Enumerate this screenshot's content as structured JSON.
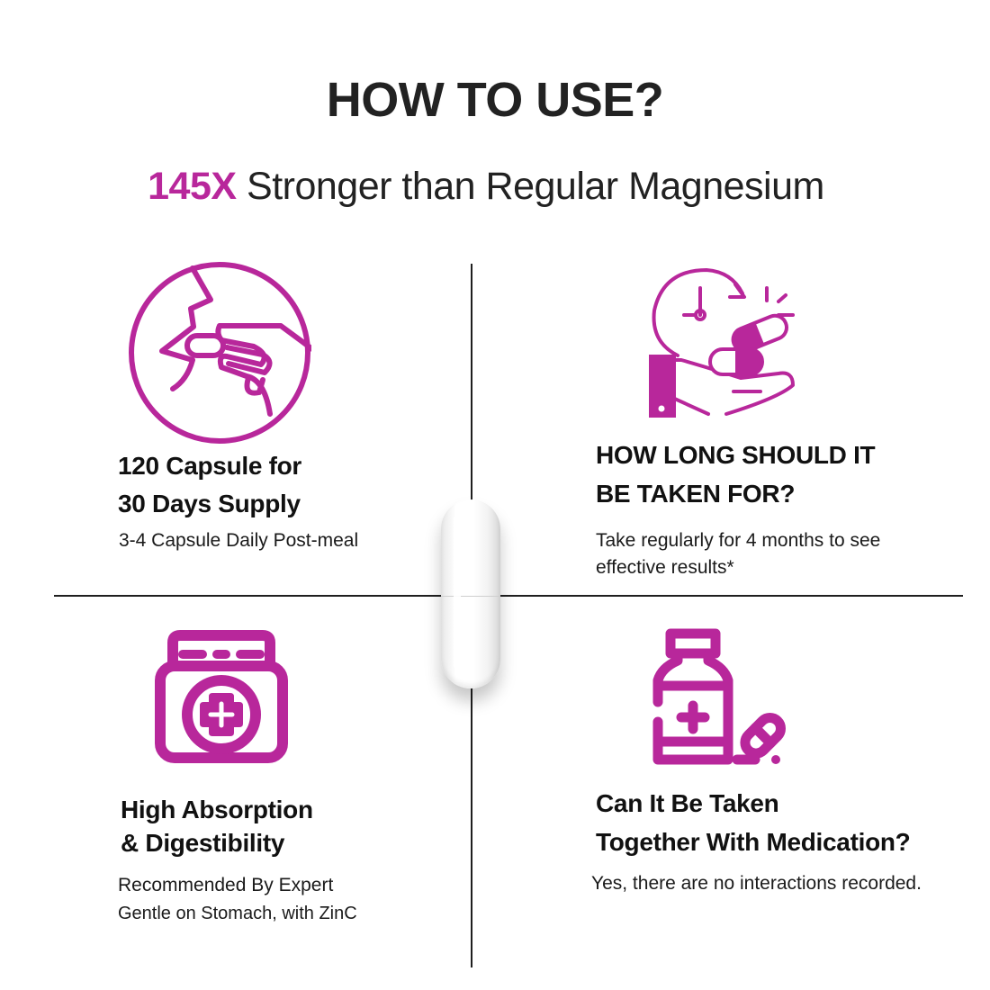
{
  "header": {
    "title": "HOW TO USE?",
    "subtitle_accent": "145X",
    "subtitle_rest": " Stronger than Regular Magnesium"
  },
  "colors": {
    "accent": "#b8279b",
    "text": "#222222",
    "divider": "#1f1f1f",
    "background": "#ffffff"
  },
  "sections": [
    {
      "icon": "mouth-taking-capsule-icon",
      "title_line1": "120 Capsule for",
      "title_line2": "30 Days Supply",
      "body_line1": "3-4 Capsule Daily Post-meal"
    },
    {
      "icon": "clock-pills-hand-icon",
      "title_line1": "HOW LONG SHOULD IT",
      "title_line2": "BE TAKEN FOR?",
      "body_line1": "Take regularly for 4 months to see",
      "body_line2": "effective results*"
    },
    {
      "icon": "medicine-jar-icon",
      "title_line1": "High Absorption",
      "title_line2": "& Digestibility",
      "body_line1": "Recommended By Expert",
      "body_line2": "Gentle on Stomach, with ZinC"
    },
    {
      "icon": "medicine-bottle-pill-icon",
      "title_line1": "Can It Be Taken",
      "title_line2": "Together With Medication?",
      "body_line1": "Yes, there are no interactions recorded."
    }
  ]
}
